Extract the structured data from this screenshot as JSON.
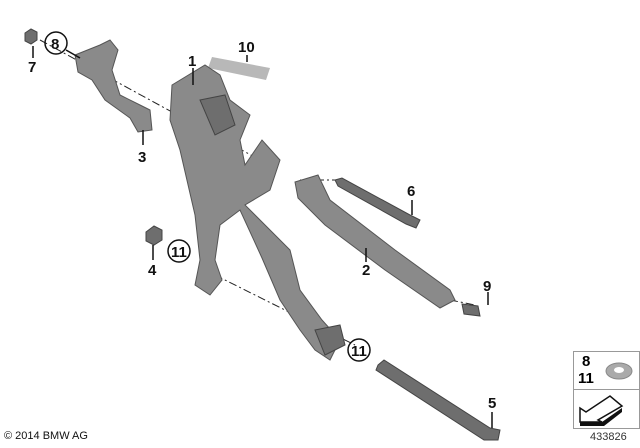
{
  "callouts": [
    {
      "id": "1",
      "label": "1",
      "circled": false
    },
    {
      "id": "2",
      "label": "2",
      "circled": false
    },
    {
      "id": "3",
      "label": "3",
      "circled": false
    },
    {
      "id": "4",
      "label": "4",
      "circled": false
    },
    {
      "id": "5",
      "label": "5",
      "circled": false
    },
    {
      "id": "6",
      "label": "6",
      "circled": false
    },
    {
      "id": "7",
      "label": "7",
      "circled": false
    },
    {
      "id": "8",
      "label": "8",
      "circled": true
    },
    {
      "id": "9",
      "label": "9",
      "circled": false
    },
    {
      "id": "10",
      "label": "10",
      "circled": false
    },
    {
      "id": "11a",
      "label": "11",
      "circled": true
    },
    {
      "id": "11b",
      "label": "11",
      "circled": true
    }
  ],
  "legend": {
    "items": [
      "8",
      "11"
    ],
    "icon": "washer-icon",
    "arrow_icon": "arrow-icon"
  },
  "footer": {
    "copyright": "© 2014 BMW AG",
    "part_number": "433826"
  }
}
